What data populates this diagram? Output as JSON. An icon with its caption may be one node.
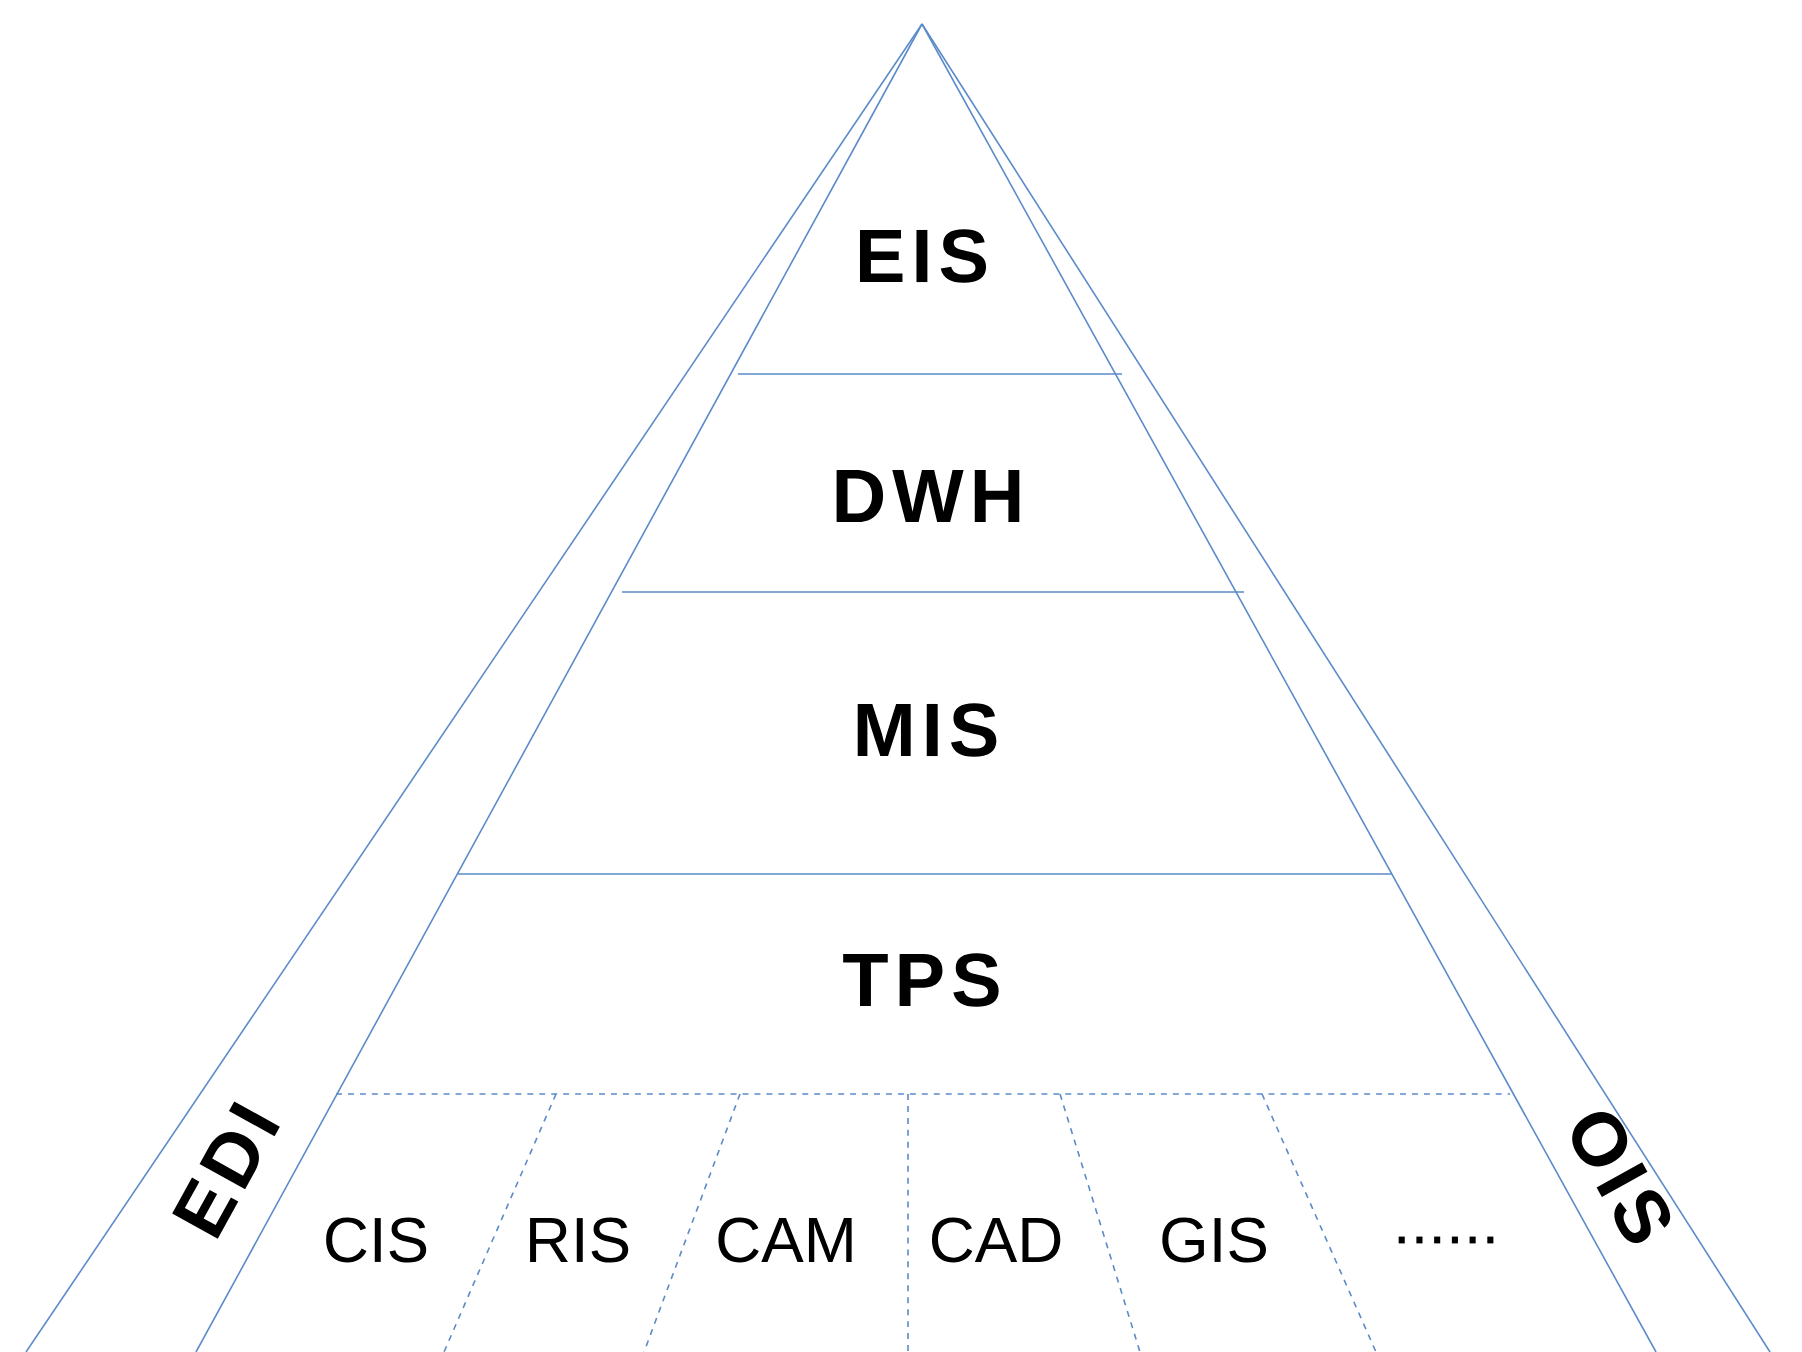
{
  "diagram": {
    "nodes": [
      {
        "text": [
          "EIS"
        ]
      },
      {
        "text": [
          "DWH"
        ]
      },
      {
        "text": [
          "MIS"
        ]
      },
      {
        "text": [
          "TPS"
        ]
      },
      {
        "text": [
          "EDI"
        ]
      },
      {
        "text": [
          "CIS"
        ]
      },
      {
        "text": [
          "RIS"
        ]
      },
      {
        "text": [
          "CAM"
        ]
      },
      {
        "text": [
          "CAD"
        ]
      },
      {
        "text": [
          "GIS"
        ]
      },
      {
        "text": [
          "......"
        ]
      },
      {
        "text": [
          "OIS"
        ]
      }
    ]
  }
}
